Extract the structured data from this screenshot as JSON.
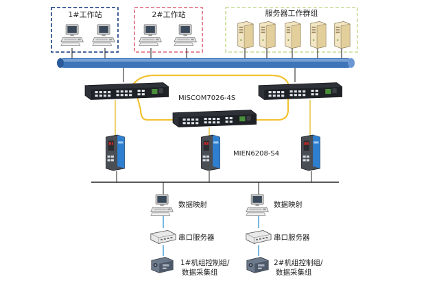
{
  "groups": {
    "workstation1": "1#工作站",
    "workstation2": "2#工作站",
    "server_group": "服务器工作群组"
  },
  "switch_ring_label": "MISCOM7026-4S",
  "edge_switch_label": "MIEN6208-S4",
  "left_branch": {
    "data_mapping": "数据映射",
    "serial_server": "串口服务器",
    "controller_line1": "1#机组控制组/",
    "controller_line2": "数据采集组"
  },
  "right_branch": {
    "data_mapping": "数据映射",
    "serial_server": "串口服务器",
    "controller_line1": "2#机组控制组/",
    "controller_line2": "数据采集组"
  },
  "colors": {
    "ws1_border": "#2f4f8f",
    "ws2_border": "#e27a8a",
    "server_border": "#cfe0a6",
    "bus_pipe": "#3e74b8",
    "ring": "#f2c233",
    "uplink": "#e8c84a",
    "fieldbus": "#222222",
    "serial_link": "#3b9bd6"
  },
  "icons": {
    "workstation": "desktop-computer-icon",
    "server": "tower-server-icon",
    "rack_switch": "rack-switch-icon",
    "din_switch": "din-rail-switch-icon",
    "serial_server": "serial-server-icon",
    "controller": "controller-unit-icon"
  }
}
